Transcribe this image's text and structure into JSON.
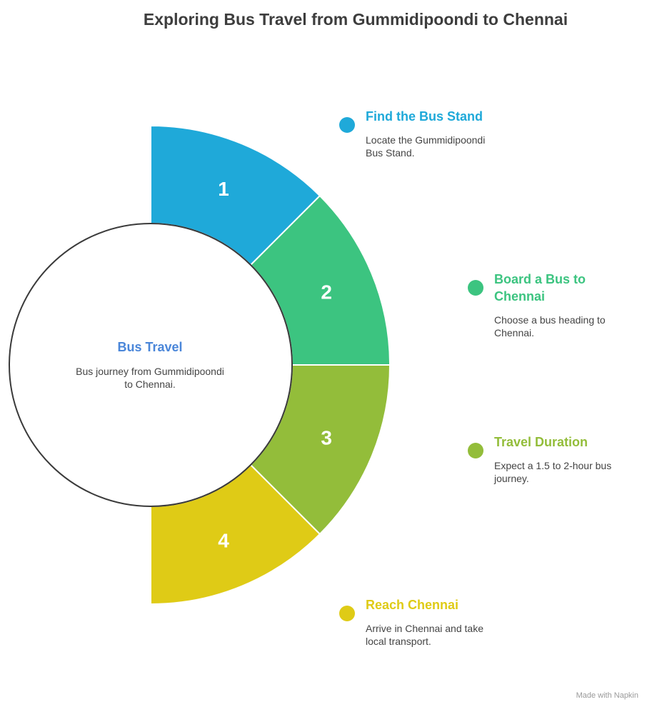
{
  "title": "Exploring Bus Travel from Gummidipoondi to Chennai",
  "center": {
    "title": "Bus Travel",
    "description": "Bus journey from Gummidipoondi to Chennai."
  },
  "steps": [
    {
      "number": "1",
      "title": "Find the Bus Stand",
      "description": "Locate the Gummidipoondi Bus Stand.",
      "color": "#1fa9d9"
    },
    {
      "number": "2",
      "title": "Board a Bus to Chennai",
      "description": "Choose a bus heading to Chennai.",
      "color": "#3cc480"
    },
    {
      "number": "3",
      "title": "Travel Duration",
      "description": "Expect a 1.5 to 2-hour bus journey.",
      "color": "#93bd3a"
    },
    {
      "number": "4",
      "title": "Reach Chennai",
      "description": "Arrive in Chennai and take local transport.",
      "color": "#dfcb16"
    }
  ],
  "footer": "Made with Napkin"
}
